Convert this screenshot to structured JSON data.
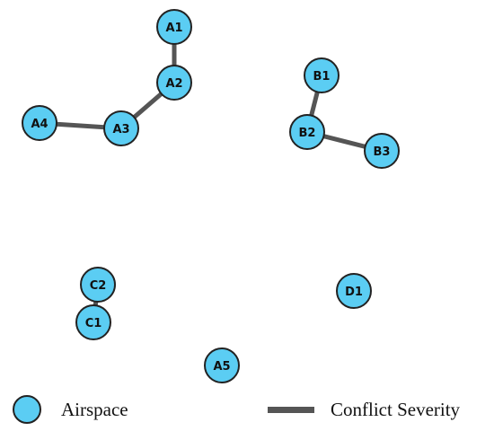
{
  "diagram": {
    "node_color": "#5bcdf3",
    "node_stroke": "#222222",
    "edge_color": "#555555",
    "nodes": [
      {
        "id": "A1"
      },
      {
        "id": "A2"
      },
      {
        "id": "A3"
      },
      {
        "id": "A4"
      },
      {
        "id": "A5"
      },
      {
        "id": "B1"
      },
      {
        "id": "B2"
      },
      {
        "id": "B3"
      },
      {
        "id": "C1"
      },
      {
        "id": "C2"
      },
      {
        "id": "D1"
      }
    ],
    "edges": [
      {
        "source": "A1",
        "target": "A2"
      },
      {
        "source": "A2",
        "target": "A3"
      },
      {
        "source": "A3",
        "target": "A4"
      },
      {
        "source": "B1",
        "target": "B2"
      },
      {
        "source": "B2",
        "target": "B3"
      },
      {
        "source": "C1",
        "target": "C2"
      }
    ]
  },
  "legend": {
    "node_label": "Airspace",
    "edge_label": "Conflict  Severity"
  }
}
